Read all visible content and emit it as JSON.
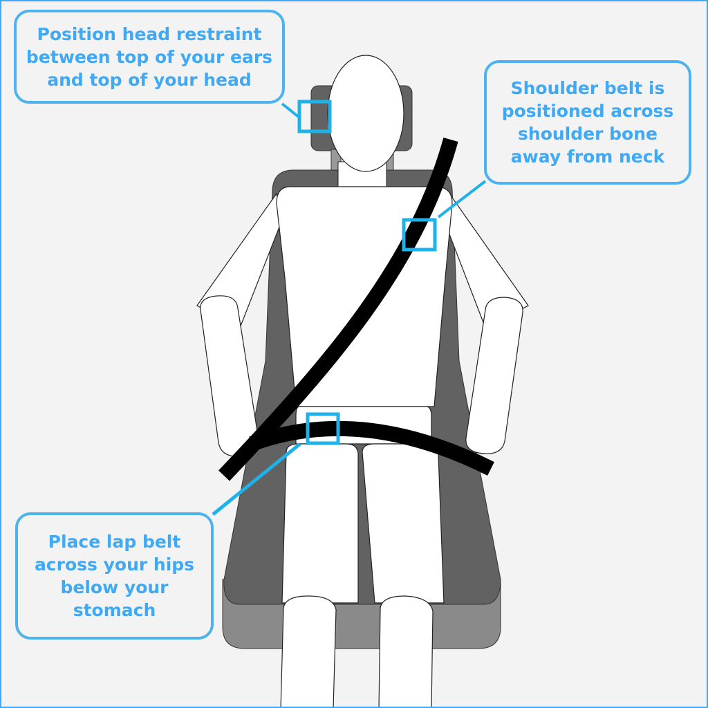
{
  "callouts": {
    "head_restraint": {
      "lines": [
        "Position head restraint",
        "between top of your ears",
        "and top of your head"
      ]
    },
    "shoulder_belt": {
      "lines": [
        "Shoulder belt is",
        "positioned across",
        "shoulder bone",
        "away from neck"
      ]
    },
    "lap_belt": {
      "lines": [
        "Place lap belt",
        "across your hips",
        "below your",
        "stomach"
      ]
    }
  },
  "colors": {
    "accent": "#3fa9f5",
    "background": "#f3f3f3",
    "seat_dark": "#626262",
    "seat_cushion": "#8a8a8a",
    "belt": "#000000",
    "body": "#ffffff"
  },
  "icons": {
    "figure": "seated-person-with-seatbelt",
    "markers": "square-highlight-marker"
  }
}
